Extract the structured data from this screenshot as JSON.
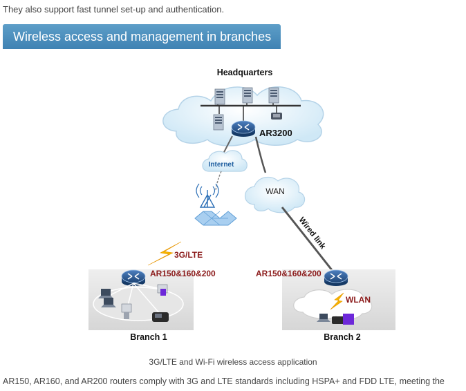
{
  "intro_text": "They also support fast tunnel set-up and authentication.",
  "section_title": "Wireless access and management in branches",
  "diagram": {
    "headquarters_label": "Headquarters",
    "hq_router_label": "AR3200",
    "internet_label": "Internet",
    "wan_label": "WAN",
    "wired_link_label": "Wired link",
    "lte_label": "3G/LTE",
    "branch1_router_label": "AR150&160&200",
    "branch2_router_label": "AR150&160&200",
    "wlan_label": "WLAN",
    "branch1_label": "Branch 1",
    "branch2_label": "Branch 2"
  },
  "caption": "3G/LTE and Wi-Fi wireless access application",
  "paragraph": "AR150, AR160, and AR200 routers comply with 3G and LTE standards including HSPA+ and FDD LTE, meeting the",
  "colors": {
    "header_bg": "#4a8fc0",
    "router_label": "#8b1a1a",
    "cloud_fill": "#dceff9",
    "router_blue": "#2f5f98",
    "lightning": "#f5b400"
  },
  "icons": [
    "router-icon",
    "cloud-icon",
    "server-icon",
    "cell-tower-icon",
    "lightning-icon",
    "laptop-icon",
    "phone-icon",
    "pc-icon"
  ]
}
